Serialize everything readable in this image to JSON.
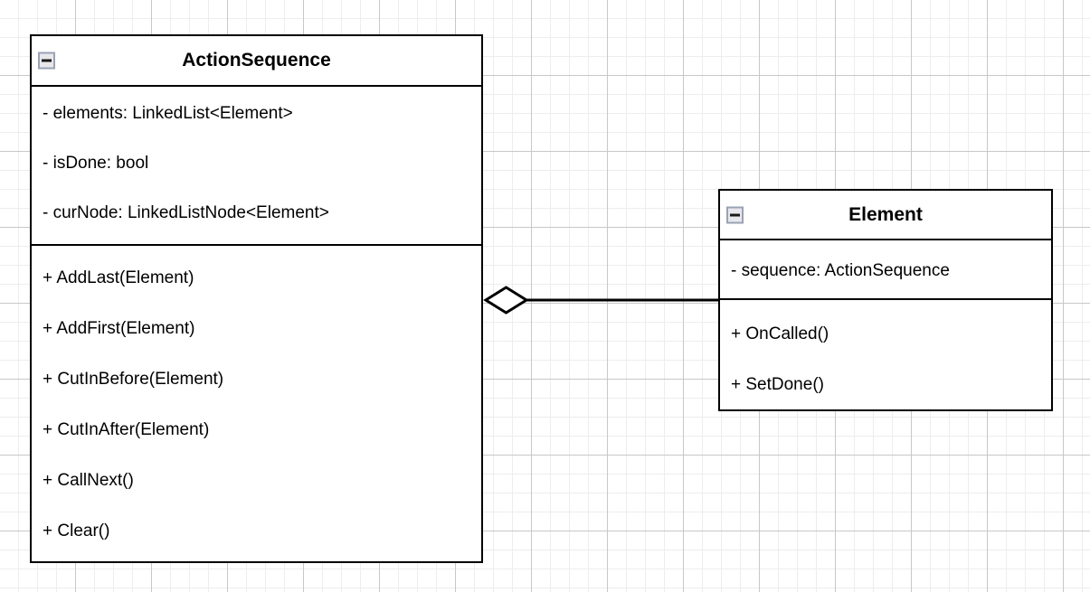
{
  "diagram": {
    "type": "uml-class-diagram",
    "background": "#ffffff",
    "grid_minor_color": "#ededed",
    "grid_major_color": "#c8c8c8",
    "line_color": "#000000"
  },
  "classes": [
    {
      "id": "action-sequence",
      "name": "ActionSequence",
      "collapse_icon": "minus-icon",
      "attributes": [
        "- elements: LinkedList<Element>",
        "- isDone: bool",
        "- curNode: LinkedListNode<Element>"
      ],
      "methods": [
        "+ AddLast(Element)",
        "+ AddFirst(Element)",
        "+ CutInBefore(Element)",
        "+ CutInAfter(Element)",
        "+ CallNext()",
        "+ Clear()"
      ]
    },
    {
      "id": "element",
      "name": "Element",
      "collapse_icon": "minus-icon",
      "attributes": [
        "- sequence: ActionSequence"
      ],
      "methods": [
        "+ OnCalled()",
        "+ SetDone()"
      ]
    }
  ],
  "relationship": {
    "kind": "aggregation",
    "source": "ActionSequence",
    "target": "Element",
    "diamond_fill": "#ffffff",
    "diamond_stroke": "#000000"
  }
}
